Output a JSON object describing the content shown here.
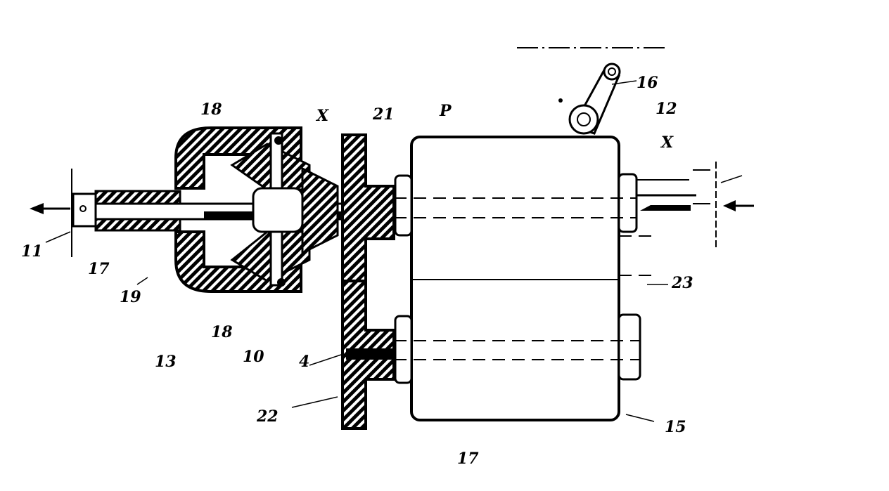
{
  "figure": {
    "labels": {
      "l18a": "18",
      "lXa": "X",
      "l21": "21",
      "lP": "P",
      "l16": "16",
      "l12": "12",
      "lXb": "X",
      "l11": "11",
      "l17a": "17",
      "l19": "19",
      "l18b": "18",
      "l13": "13",
      "l10": "10",
      "l4": "4",
      "l22": "22",
      "l15": "15",
      "l17b": "17",
      "l23": "23"
    },
    "colors": {
      "ink": "#000000",
      "paper": "#ffffff"
    }
  }
}
